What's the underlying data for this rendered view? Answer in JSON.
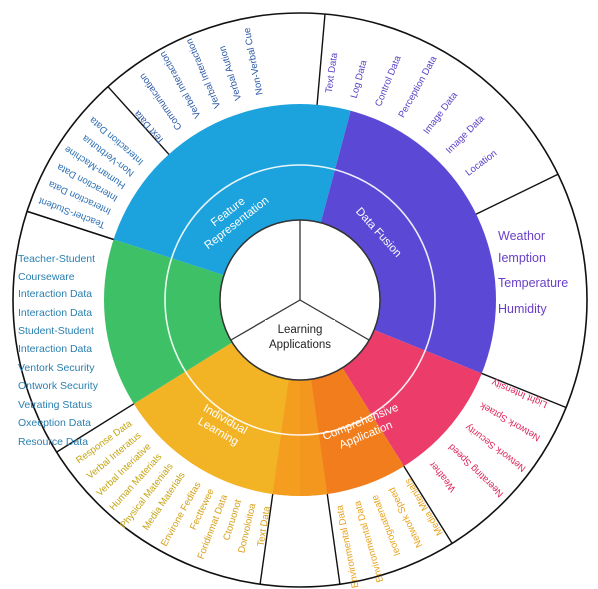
{
  "center": {
    "line1": "Learning",
    "line2": "Applications"
  },
  "categories": [
    {
      "id": "feature",
      "line1": "Feature",
      "line2": "Representation",
      "color": "#1ca2dd"
    },
    {
      "id": "fusion",
      "line1": "Data Fusion",
      "line2": "",
      "color": "#5b49d6"
    },
    {
      "id": "unlabeled-red",
      "line1": "",
      "line2": "",
      "color": "#ec3c6a"
    },
    {
      "id": "comprehensive",
      "line1": "Comprehensive",
      "line2": "Application",
      "color": "#f27d1c"
    },
    {
      "id": "individual",
      "line1": "Individual",
      "line2": "Learning",
      "color": "#f2b325"
    },
    {
      "id": "unlabeled-green",
      "line1": "",
      "line2": "",
      "color": "#3ec066"
    }
  ],
  "outer_groups": [
    {
      "id": "ring-feature-upper",
      "color": "#2d5aa6",
      "items": [
        "Text Data",
        "Communication",
        "Verbal Interaction",
        "Verbal Interaction",
        "Verbal Aution",
        "Non-Verbal Cue"
      ]
    },
    {
      "id": "ring-data-fusion",
      "color": "#5a3fc4",
      "items": [
        "Text Data",
        "Log Data",
        "Control Data",
        "Perception Data",
        "Image Data",
        "Image Data",
        "Location"
      ]
    },
    {
      "id": "ring-environment",
      "color": "#6a3fc8",
      "items": [
        "Weathor",
        "Iemption",
        "Temperature",
        "Humidity"
      ]
    },
    {
      "id": "ring-network",
      "color": "#e0285c",
      "items": [
        "Light Intensity",
        "Network Sptaek",
        "Network Security",
        "Neerating Speed",
        "Weather"
      ]
    },
    {
      "id": "ring-comprehensive",
      "color": "#e9a21d",
      "items": [
        "Media Mtenials",
        "Network Speed",
        "Ieoroguatenate",
        "Environmental Data",
        "Environmental Data"
      ]
    },
    {
      "id": "ring-comprehensive-inner",
      "color": "#d6a019",
      "items": [
        "Text Data",
        "Donvoloitoa",
        "Ctoruonot",
        "Foridinmat Data",
        "Fecttewee",
        "Environe Feditas"
      ]
    },
    {
      "id": "ring-individual",
      "color": "#c5a412",
      "items": [
        "Media Materials",
        "Physical Matenials",
        "Human Materials",
        "Verbal Interiative",
        "Verbal Interatus",
        "Response Data"
      ]
    },
    {
      "id": "ring-green",
      "color": "#2a7fb0",
      "items": [
        "Teacher-Student",
        "Courseware",
        "Interaction Data",
        "Interaction Data",
        "Student-Student",
        "Interaction Data",
        "Ventork Security",
        "Ontwork Security",
        "Vetrating Status",
        "Oxeeption Data",
        "Resource Data"
      ]
    },
    {
      "id": "ring-feature-lower",
      "color": "#2c6fb4",
      "items": [
        "Teacher-Student",
        "Interaction Data",
        "Interaction Data",
        "Human-Machine",
        "Non-Verbtutua",
        "Interaction Data"
      ]
    }
  ]
}
